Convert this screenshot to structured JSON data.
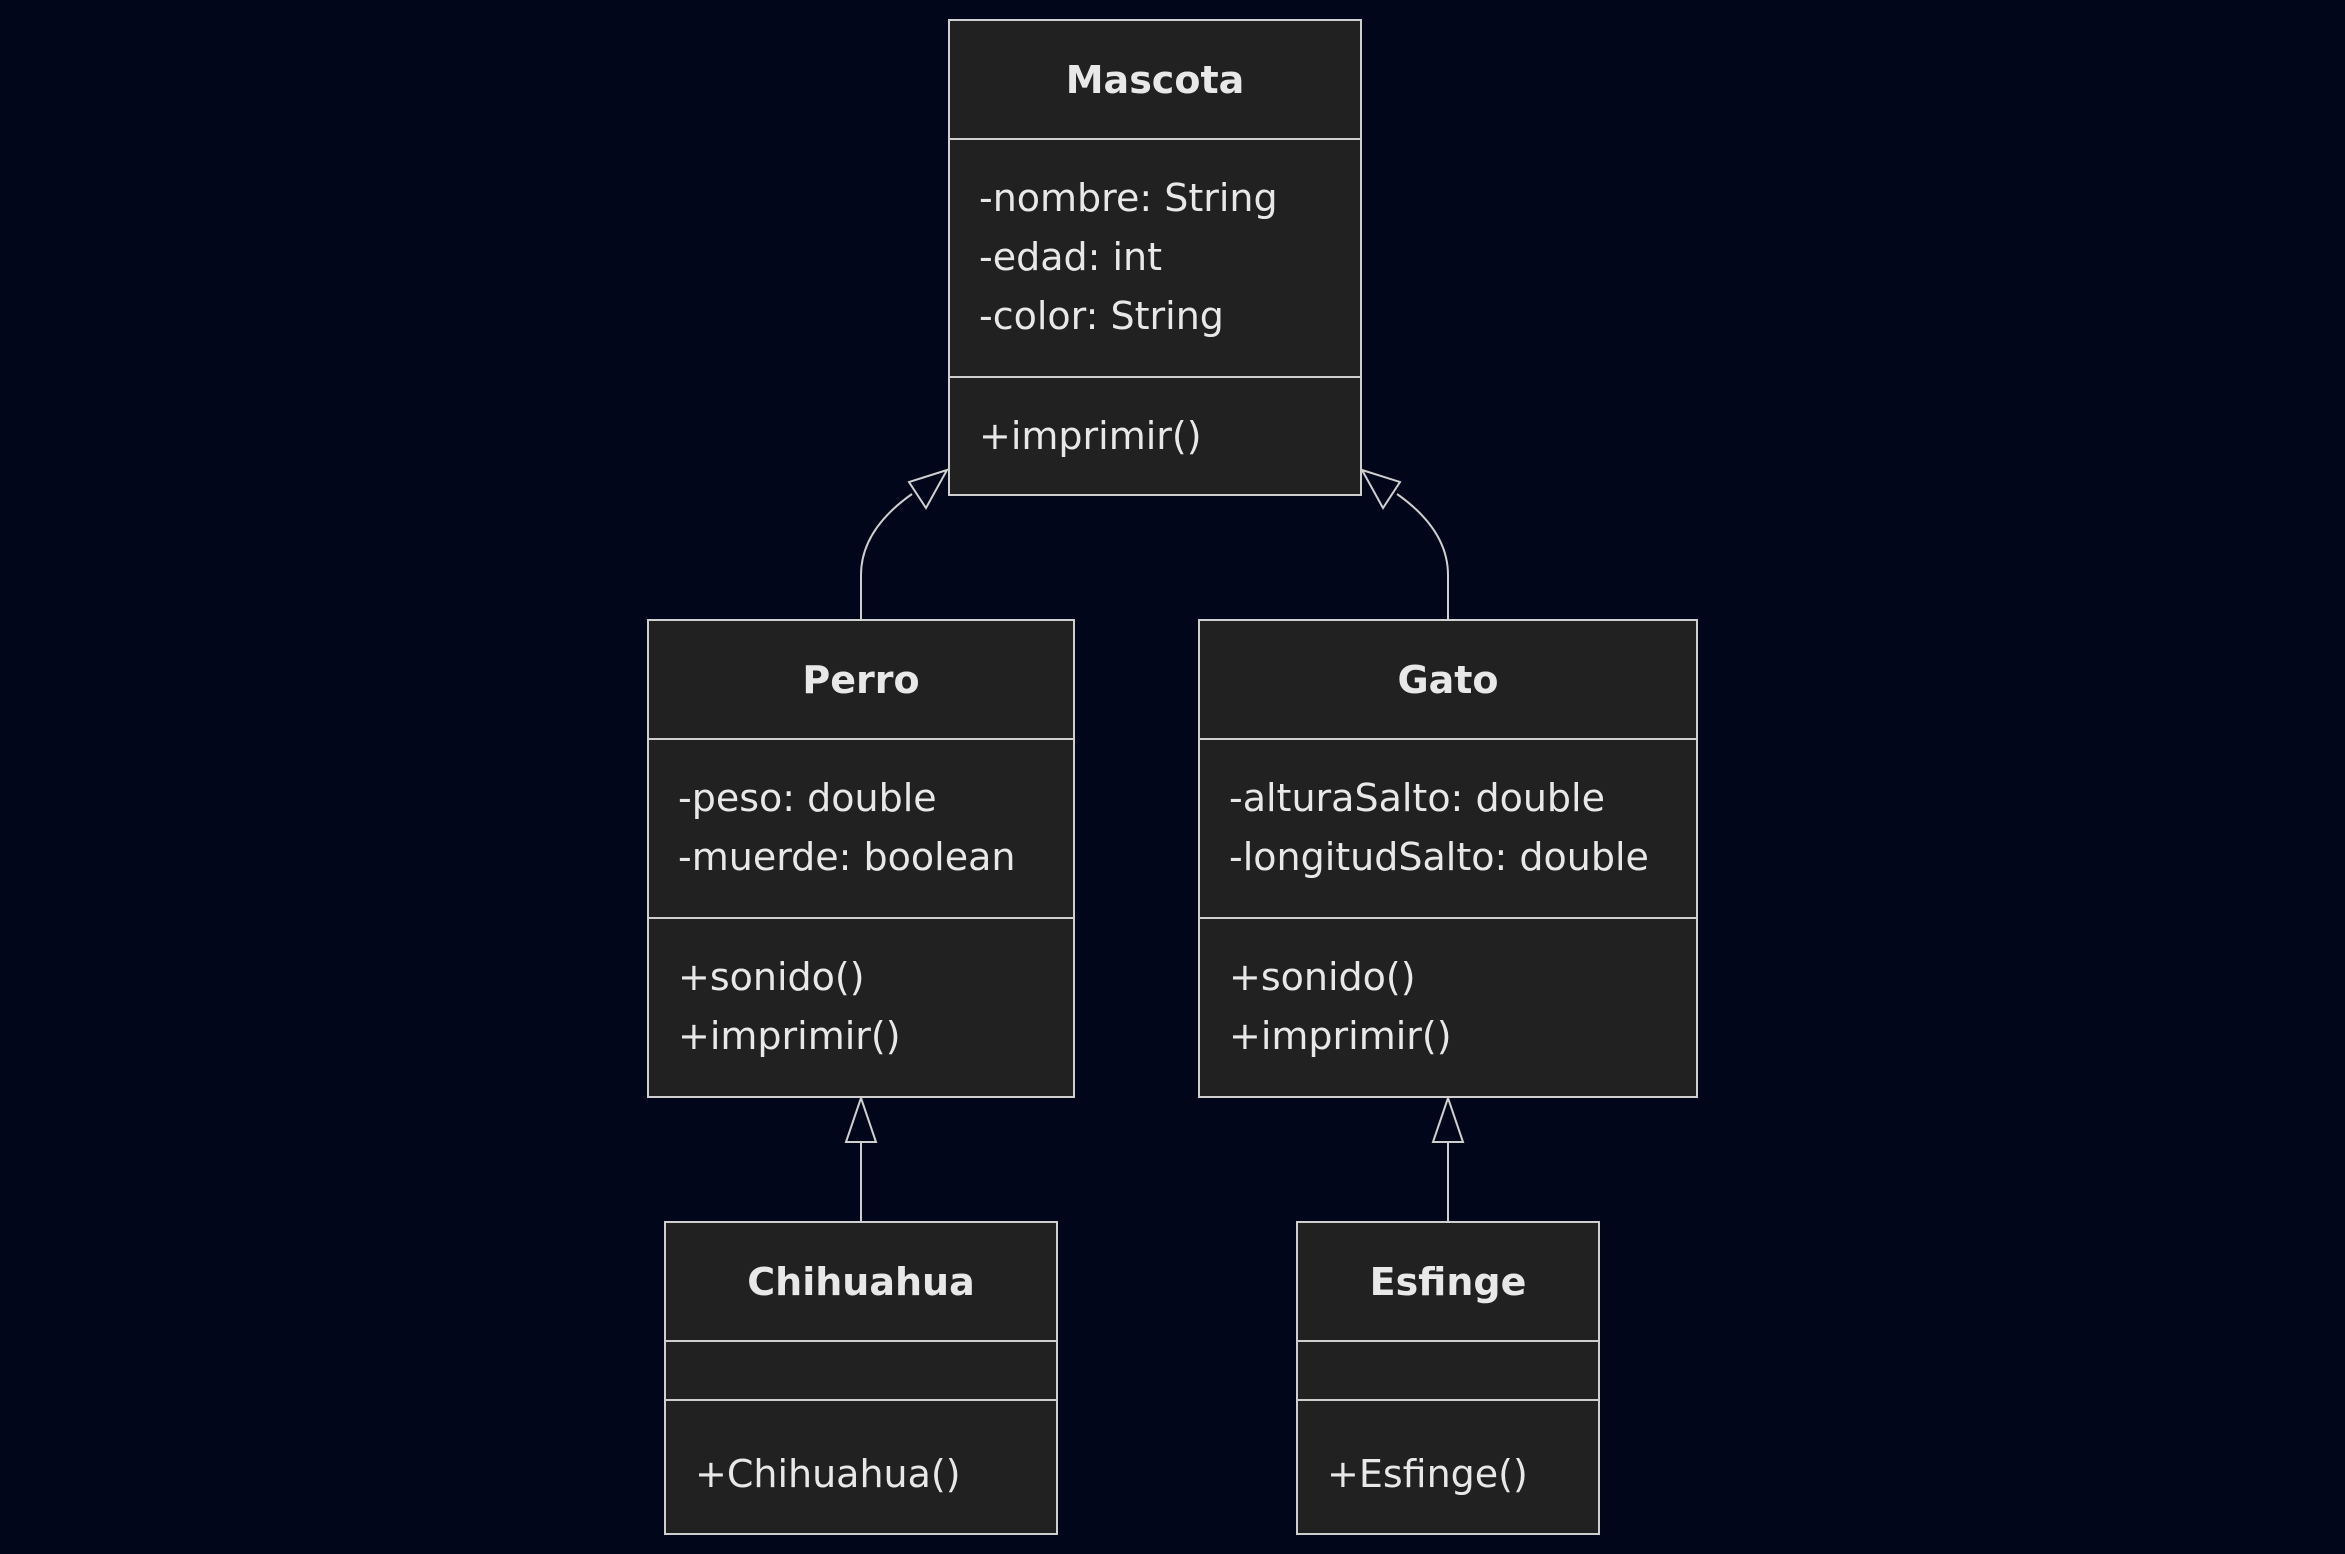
{
  "classes": {
    "mascota": {
      "name": "Mascota",
      "attributes": [
        "-nombre: String",
        "-edad: int",
        "-color: String"
      ],
      "methods": [
        "+imprimir()"
      ]
    },
    "perro": {
      "name": "Perro",
      "attributes": [
        "-peso: double",
        "-muerde: boolean"
      ],
      "methods": [
        "+sonido()",
        "+imprimir()"
      ]
    },
    "gato": {
      "name": "Gato",
      "attributes": [
        "-alturaSalto: double",
        "-longitudSalto: double"
      ],
      "methods": [
        "+sonido()",
        "+imprimir()"
      ]
    },
    "chihuahua": {
      "name": "Chihuahua",
      "attributes": [],
      "methods": [
        "+Chihuahua()"
      ]
    },
    "esfinge": {
      "name": "Esfinge",
      "attributes": [],
      "methods": [
        "+Esfinge()"
      ]
    }
  },
  "relationships": [
    {
      "from": "Perro",
      "to": "Mascota",
      "type": "inheritance"
    },
    {
      "from": "Gato",
      "to": "Mascota",
      "type": "inheritance"
    },
    {
      "from": "Chihuahua",
      "to": "Perro",
      "type": "inheritance"
    },
    {
      "from": "Esfinge",
      "to": "Gato",
      "type": "inheritance"
    }
  ],
  "colors": {
    "background": "#02061a",
    "box_fill": "#212121",
    "stroke": "#cfcfcf",
    "text": "#e8e8e8"
  }
}
